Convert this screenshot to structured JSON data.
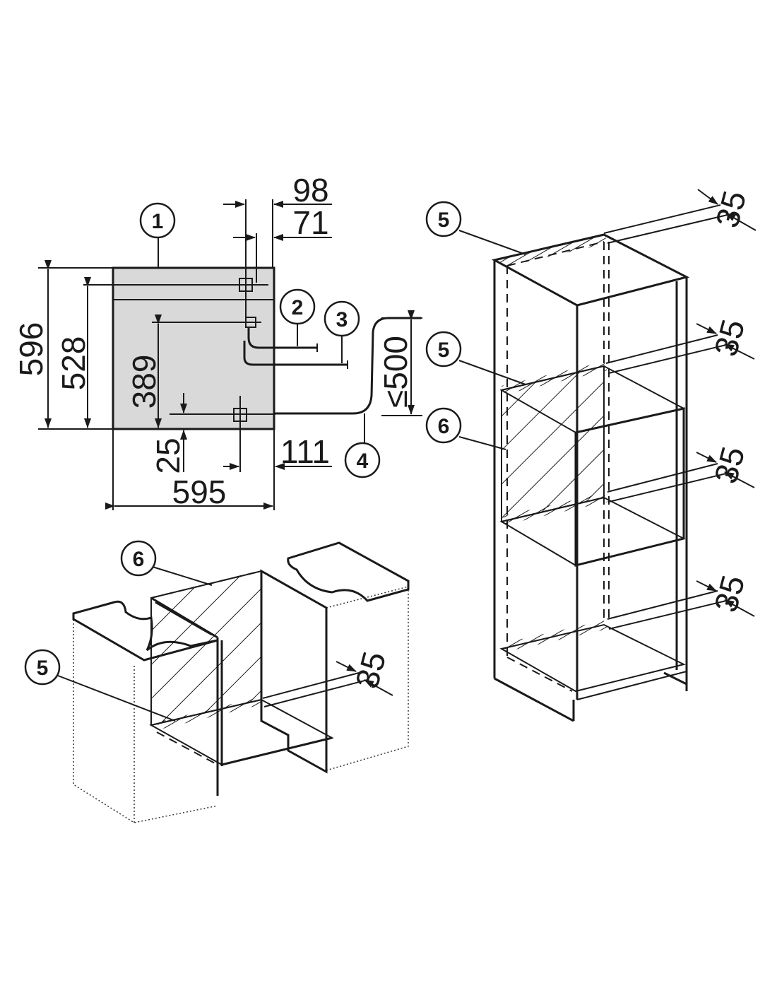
{
  "front_view": {
    "dim_width": "595",
    "dim_height_total": "596",
    "dim_height_528": "528",
    "dim_height_389": "389",
    "dim_bottom_25": "25",
    "dim_right_111": "111",
    "dim_top_98": "98",
    "dim_top_71": "71",
    "dim_cable_500": "≤500",
    "callout_1": "1",
    "callout_2": "2",
    "callout_3": "3",
    "callout_4": "4"
  },
  "base_unit_view": {
    "dim_35": "35",
    "callout_6": "6",
    "callout_5": "5"
  },
  "tall_unit_view": {
    "dim_35_a": "35",
    "dim_35_b": "35",
    "dim_35_c": "35",
    "dim_35_d": "35",
    "callout_5_top": "5",
    "callout_5_mid": "5",
    "callout_6": "6"
  },
  "colors": {
    "appliance_fill": "#d9d9d9",
    "line": "#1a1a1a",
    "background": "#ffffff"
  }
}
